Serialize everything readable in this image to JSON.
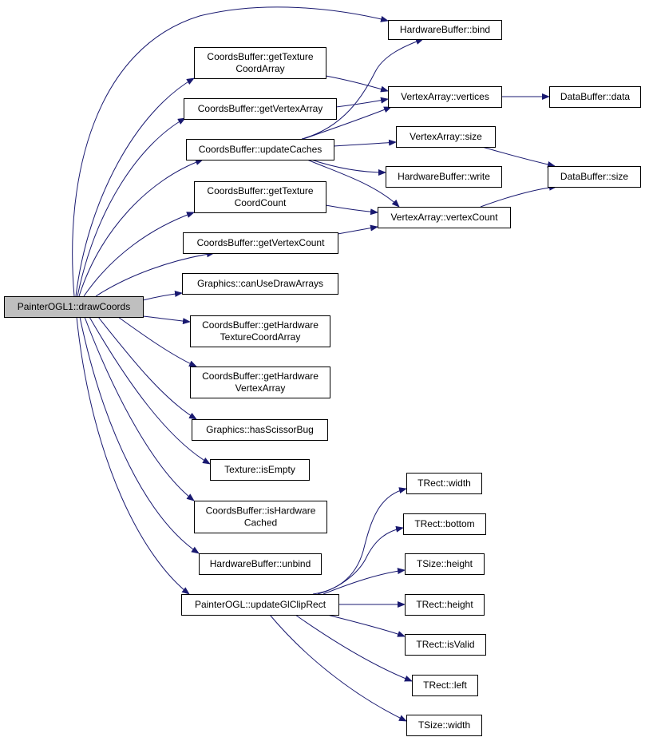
{
  "graph": {
    "edge_color": "#191970",
    "root_fill": "#bfbfbf",
    "nodes": [
      {
        "id": "root",
        "lines": [
          "PainterOGL1::drawCoords"
        ]
      },
      {
        "id": "hb_bind",
        "lines": [
          "HardwareBuffer::bind"
        ]
      },
      {
        "id": "cb_gtca",
        "lines": [
          "CoordsBuffer::getTexture",
          "CoordArray"
        ]
      },
      {
        "id": "va_vertices",
        "lines": [
          "VertexArray::vertices"
        ]
      },
      {
        "id": "db_data",
        "lines": [
          "DataBuffer::data"
        ]
      },
      {
        "id": "cb_gva",
        "lines": [
          "CoordsBuffer::getVertexArray"
        ]
      },
      {
        "id": "cb_uc",
        "lines": [
          "CoordsBuffer::updateCaches"
        ]
      },
      {
        "id": "va_size",
        "lines": [
          "VertexArray::size"
        ]
      },
      {
        "id": "hb_write",
        "lines": [
          "HardwareBuffer::write"
        ]
      },
      {
        "id": "db_size",
        "lines": [
          "DataBuffer::size"
        ]
      },
      {
        "id": "cb_gtcc",
        "lines": [
          "CoordsBuffer::getTexture",
          "CoordCount"
        ]
      },
      {
        "id": "va_vc",
        "lines": [
          "VertexArray::vertexCount"
        ]
      },
      {
        "id": "cb_gvc",
        "lines": [
          "CoordsBuffer::getVertexCount"
        ]
      },
      {
        "id": "g_cuda",
        "lines": [
          "Graphics::canUseDrawArrays"
        ]
      },
      {
        "id": "cb_ghtca",
        "lines": [
          "CoordsBuffer::getHardware",
          "TextureCoordArray"
        ]
      },
      {
        "id": "cb_ghva",
        "lines": [
          "CoordsBuffer::getHardware",
          "VertexArray"
        ]
      },
      {
        "id": "g_hsb",
        "lines": [
          "Graphics::hasScissorBug"
        ]
      },
      {
        "id": "t_ie",
        "lines": [
          "Texture::isEmpty"
        ]
      },
      {
        "id": "cb_ihc",
        "lines": [
          "CoordsBuffer::isHardware",
          "Cached"
        ]
      },
      {
        "id": "hb_unbind",
        "lines": [
          "HardwareBuffer::unbind"
        ]
      },
      {
        "id": "po_ugcr",
        "lines": [
          "PainterOGL::updateGlClipRect"
        ]
      },
      {
        "id": "tr_width",
        "lines": [
          "TRect::width"
        ]
      },
      {
        "id": "tr_bottom",
        "lines": [
          "TRect::bottom"
        ]
      },
      {
        "id": "ts_height",
        "lines": [
          "TSize::height"
        ]
      },
      {
        "id": "tr_height",
        "lines": [
          "TRect::height"
        ]
      },
      {
        "id": "tr_isvalid",
        "lines": [
          "TRect::isValid"
        ]
      },
      {
        "id": "tr_left",
        "lines": [
          "TRect::left"
        ]
      },
      {
        "id": "ts_width",
        "lines": [
          "TSize::width"
        ]
      }
    ]
  }
}
